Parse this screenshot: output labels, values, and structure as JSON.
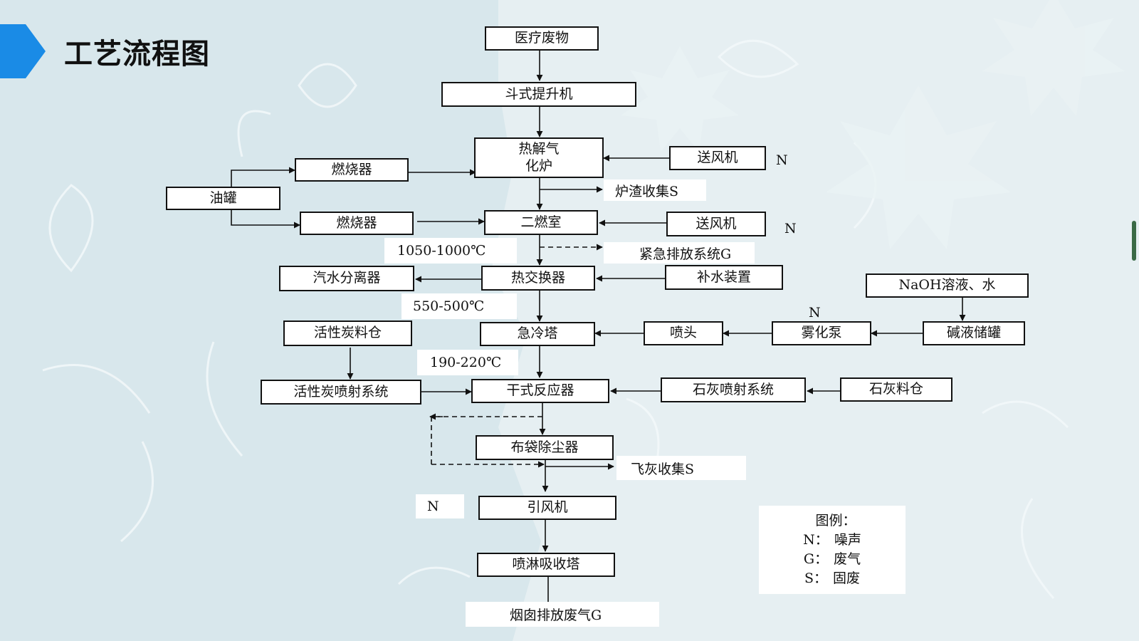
{
  "page": {
    "title": "工艺流程图"
  },
  "colors": {
    "accent": "#1a8be6",
    "background": "#d8e7ec",
    "line": "#111111"
  },
  "nodes": {
    "medical_waste": "医疗废物",
    "bucket_elevator": "斗式提升机",
    "pyrolysis_furnace_l1": "热解气",
    "pyrolysis_furnace_l2": "化炉",
    "blower_1": "送风机",
    "burner_1": "燃烧器",
    "oil_tank": "油罐",
    "burner_2": "燃烧器",
    "secondary_chamber": "二燃室",
    "blower_2": "送风机",
    "steam_separator": "汽水分离器",
    "heat_exchanger": "热交换器",
    "water_supply": "补水装置",
    "naoh_solution": "NaOH溶液、水",
    "activated_carbon_bin": "活性炭料仓",
    "quench_tower": "急冷塔",
    "nozzle": "喷头",
    "atomizing_pump": "雾化泵",
    "alkali_tank": "碱液储罐",
    "carbon_injection": "活性炭喷射系统",
    "dry_reactor": "干式反应器",
    "lime_injection": "石灰喷射系统",
    "lime_bin": "石灰料仓",
    "bag_filter": "布袋除尘器",
    "induced_fan": "引风机",
    "spray_tower": "喷淋吸收塔"
  },
  "outputs": {
    "slag": "炉渣收集S",
    "emergency": "紧急排放系统G",
    "fly_ash": "飞灰收集S",
    "chimney": "烟囱排放废气G"
  },
  "temperatures": {
    "t1": "1050-1000℃",
    "t2": "550-500℃",
    "t3": "190-220℃"
  },
  "noise_tags": {
    "n1": "N",
    "n2": "N",
    "n3": "N",
    "n4": "N"
  },
  "legend": {
    "title": "图例：",
    "items": [
      {
        "code": "N：",
        "text": "噪声"
      },
      {
        "code": "G：",
        "text": "废气"
      },
      {
        "code": "S：",
        "text": "固废"
      }
    ]
  }
}
